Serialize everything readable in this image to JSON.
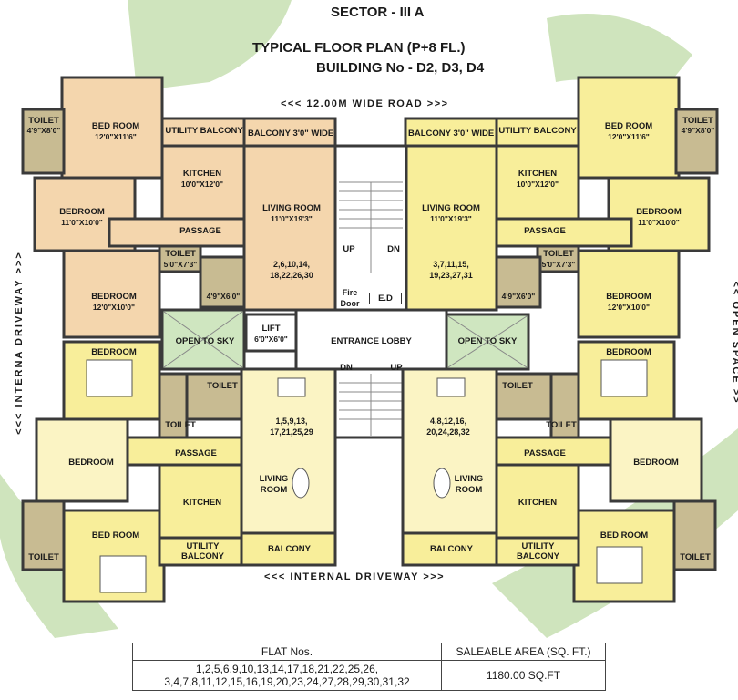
{
  "header": {
    "sector": "SECTOR - III A",
    "title": "TYPICAL  FLOOR  PLAN  (P+8 FL.)",
    "building": "BUILDING No - D2, D3, D4"
  },
  "roads": {
    "top": "<<< 12.00M WIDE ROAD >>>",
    "bottom": "<<< INTERNAL DRIVEWAY >>>",
    "left": "<<< INTERNA DRIVEWAY >>>",
    "right": "<< OPEN SPACE >>"
  },
  "rooms": {
    "toilet": "TOILET",
    "toilet_dim_a": "4'9\"X8'0\"",
    "toilet_dim_b": "5'0\"X7'3\"",
    "toilet_dim_c": "4'9\"X6'0\"",
    "bed_room": "BED ROOM",
    "bedroom": "BEDROOM",
    "bed_dim_a": "12'0\"X11'6\"",
    "bed_dim_b": "11'0\"X10'0\"",
    "bed_dim_c": "12'0\"X10'0\"",
    "utility_balcony": "UTILITY BALCONY",
    "utility": "UTILITY",
    "balcony": "BALCONY",
    "balcony_wide": "BALCONY 3'0\" WIDE",
    "kitchen": "KITCHEN",
    "kitchen_dim": "10'0\"X12'0\"",
    "living_room": "LIVING ROOM",
    "living": "LIVING",
    "room": "ROOM",
    "living_dim": "11'0\"X19'3\"",
    "passage": "PASSAGE",
    "open_to_sky": "OPEN TO SKY",
    "lift": "LIFT",
    "lift_dim": "6'0\"X6'0\"",
    "entrance_lobby": "ENTRANCE LOBBY",
    "fire": "Fire",
    "door": "Door",
    "ed": "E.D",
    "up": "UP",
    "dn": "DN"
  },
  "flat_numbers": {
    "tl_1": "2,6,10,14,",
    "tl_2": "18,22,26,30",
    "tr_1": "3,7,11,15,",
    "tr_2": "19,23,27,31",
    "bl_1": "1,5,9,13,",
    "bl_2": "17,21,25,29",
    "br_1": "4,8,12,16,",
    "br_2": "20,24,28,32"
  },
  "area_table": {
    "col1": "FLAT  Nos.",
    "col2": "SALEABLE AREA (SQ. FT.)",
    "row1": "1,2,5,6,9,10,13,14,17,18,21,22,25,26,",
    "row2": "3,4,7,8,11,12,15,16,19,20,23,24,27,28,29,30,31,32",
    "area": "1180.00 SQ.FT"
  },
  "colors": {
    "peach": "#f4d6ad",
    "yellow": "#f8ee9a",
    "light_yellow": "#fbf4c4",
    "toilet_khaki": "#c8bb92",
    "green": "#a8d08d",
    "sky_green": "#cfe6c0",
    "wall": "#3a3a3a"
  }
}
